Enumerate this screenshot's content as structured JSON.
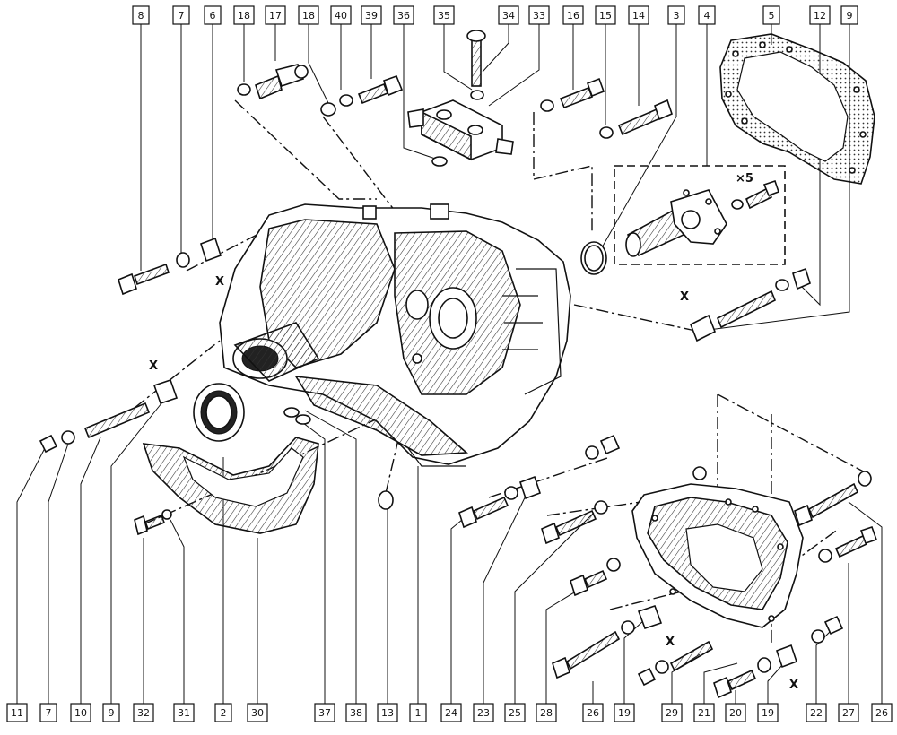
{
  "callouts_top": [
    "8",
    "7",
    "6",
    "18",
    "17",
    "18",
    "40",
    "39",
    "36",
    "35",
    "34",
    "33",
    "16",
    "15",
    "14",
    "3",
    "4",
    "5",
    "12",
    "9"
  ],
  "callouts_bottom": [
    "11",
    "7",
    "10",
    "9",
    "32",
    "31",
    "2",
    "30",
    "37",
    "38",
    "13",
    "1",
    "24",
    "23",
    "25",
    "28",
    "26",
    "19",
    "29",
    "21",
    "20",
    "19",
    "22",
    "27",
    "26"
  ],
  "markers": {
    "spacing_mark": "X",
    "quantity_mark": "×5"
  }
}
